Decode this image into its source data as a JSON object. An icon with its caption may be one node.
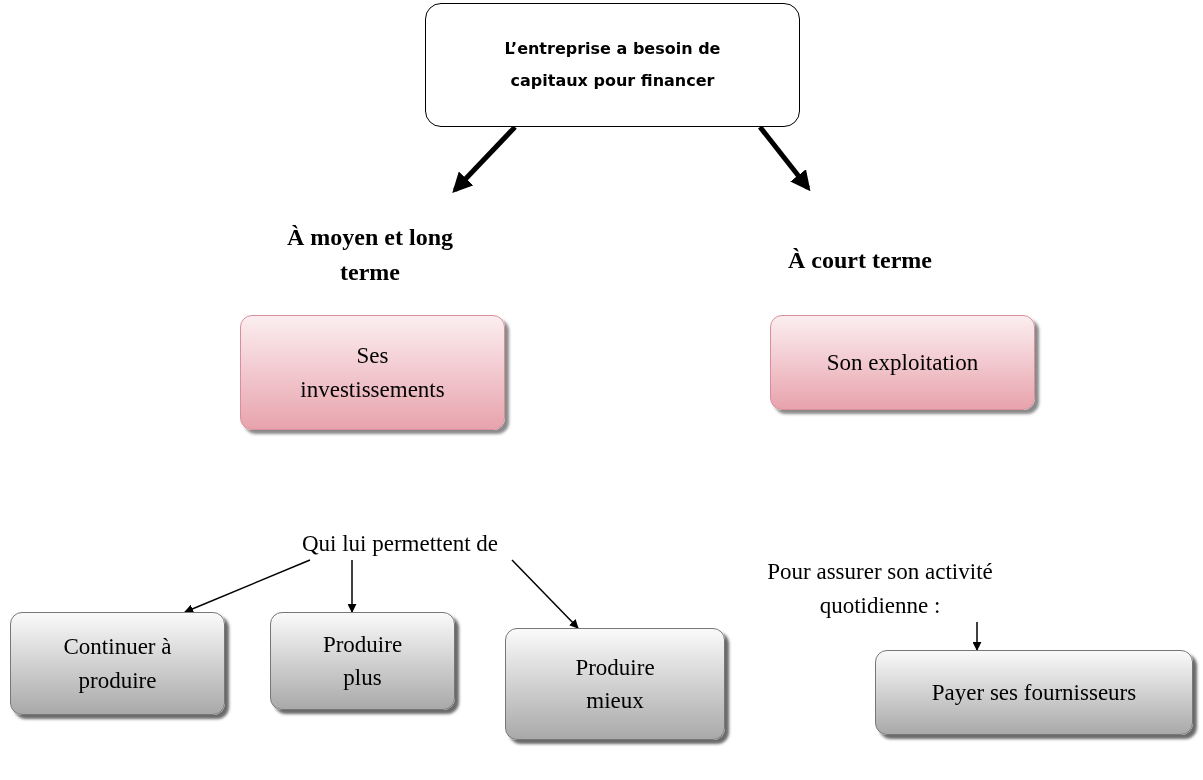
{
  "diagram": {
    "nodes": [
      {
        "text": [
          "L’entreprise a besoin de capitaux pour financer"
        ]
      },
      {
        "text": [
          "À moyen et long terme"
        ]
      },
      {
        "text": [
          "À court terme"
        ]
      },
      {
        "text": [
          "Ses investissements"
        ]
      },
      {
        "text": [
          "Son exploitation"
        ]
      },
      {
        "text": [
          "Qui lui permettent de"
        ]
      },
      {
        "text": [
          "Pour assurer son activité quotidienne :"
        ]
      },
      {
        "text": [
          "Continuer à produire"
        ]
      },
      {
        "text": [
          "Produire plus"
        ]
      },
      {
        "text": [
          "Produire mieux"
        ]
      },
      {
        "text": [
          "Payer ses fournisseurs"
        ]
      }
    ],
    "edges": [
      {
        "from": 0,
        "to": 1,
        "arrow": "to",
        "style": "thick"
      },
      {
        "from": 0,
        "to": 2,
        "arrow": "to",
        "style": "thick"
      },
      {
        "from": 5,
        "to": 7,
        "arrow": "to"
      },
      {
        "from": 5,
        "to": 8,
        "arrow": "to"
      },
      {
        "from": 5,
        "to": 9,
        "arrow": "to"
      },
      {
        "from": 6,
        "to": 10,
        "arrow": "to"
      }
    ]
  }
}
